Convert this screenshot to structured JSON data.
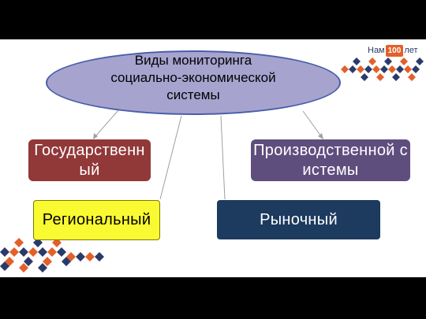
{
  "logo": {
    "pre": "Нам",
    "number": "100",
    "post": "лет"
  },
  "diagram": {
    "root": "Виды мониторинга\nсоциально-экономической\nсистемы",
    "children": {
      "gov": "Государственный",
      "prod": "Производственной системы",
      "reg": "Региональный",
      "mkt": "Рыночный"
    }
  },
  "colors": {
    "ellipse": "#a6a3cf",
    "gov": "#913839",
    "reg": "#fafa32",
    "prod": "#5e4e7e",
    "mkt": "#1d3a5f",
    "accent_orange": "#e3602a",
    "accent_navy": "#2a3a6a"
  }
}
